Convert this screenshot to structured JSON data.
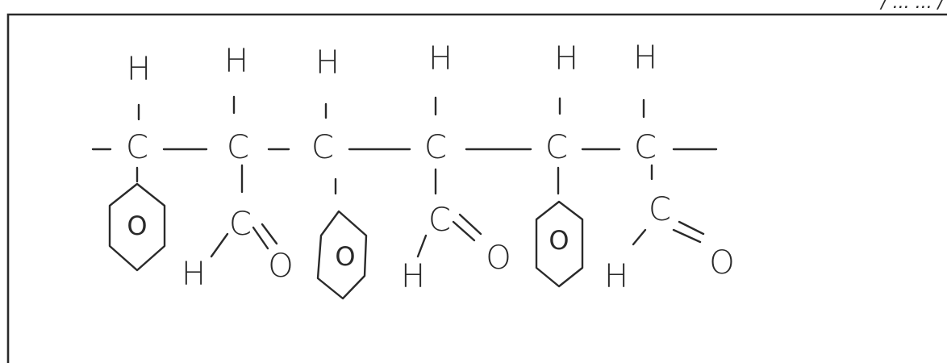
{
  "diagram": {
    "corner_text": "/ ... ... /",
    "backbone": {
      "carbons": [
        "C",
        "C",
        "C",
        "C",
        "C",
        "C"
      ]
    },
    "top_hydrogens": [
      "H",
      "H",
      "H",
      "H",
      "H",
      "H"
    ],
    "substituents": [
      {
        "type": "ring",
        "ring_label": "O"
      },
      {
        "type": "aldehyde",
        "carbon": "C",
        "oxygen": "O",
        "hydrogen": "H"
      },
      {
        "type": "ring",
        "ring_label": "O"
      },
      {
        "type": "aldehyde",
        "carbon": "C",
        "oxygen": "O",
        "hydrogen": "H"
      },
      {
        "type": "ring",
        "ring_label": "O"
      },
      {
        "type": "aldehyde",
        "carbon": "C",
        "oxygen": "O",
        "hydrogen": "H"
      }
    ]
  }
}
